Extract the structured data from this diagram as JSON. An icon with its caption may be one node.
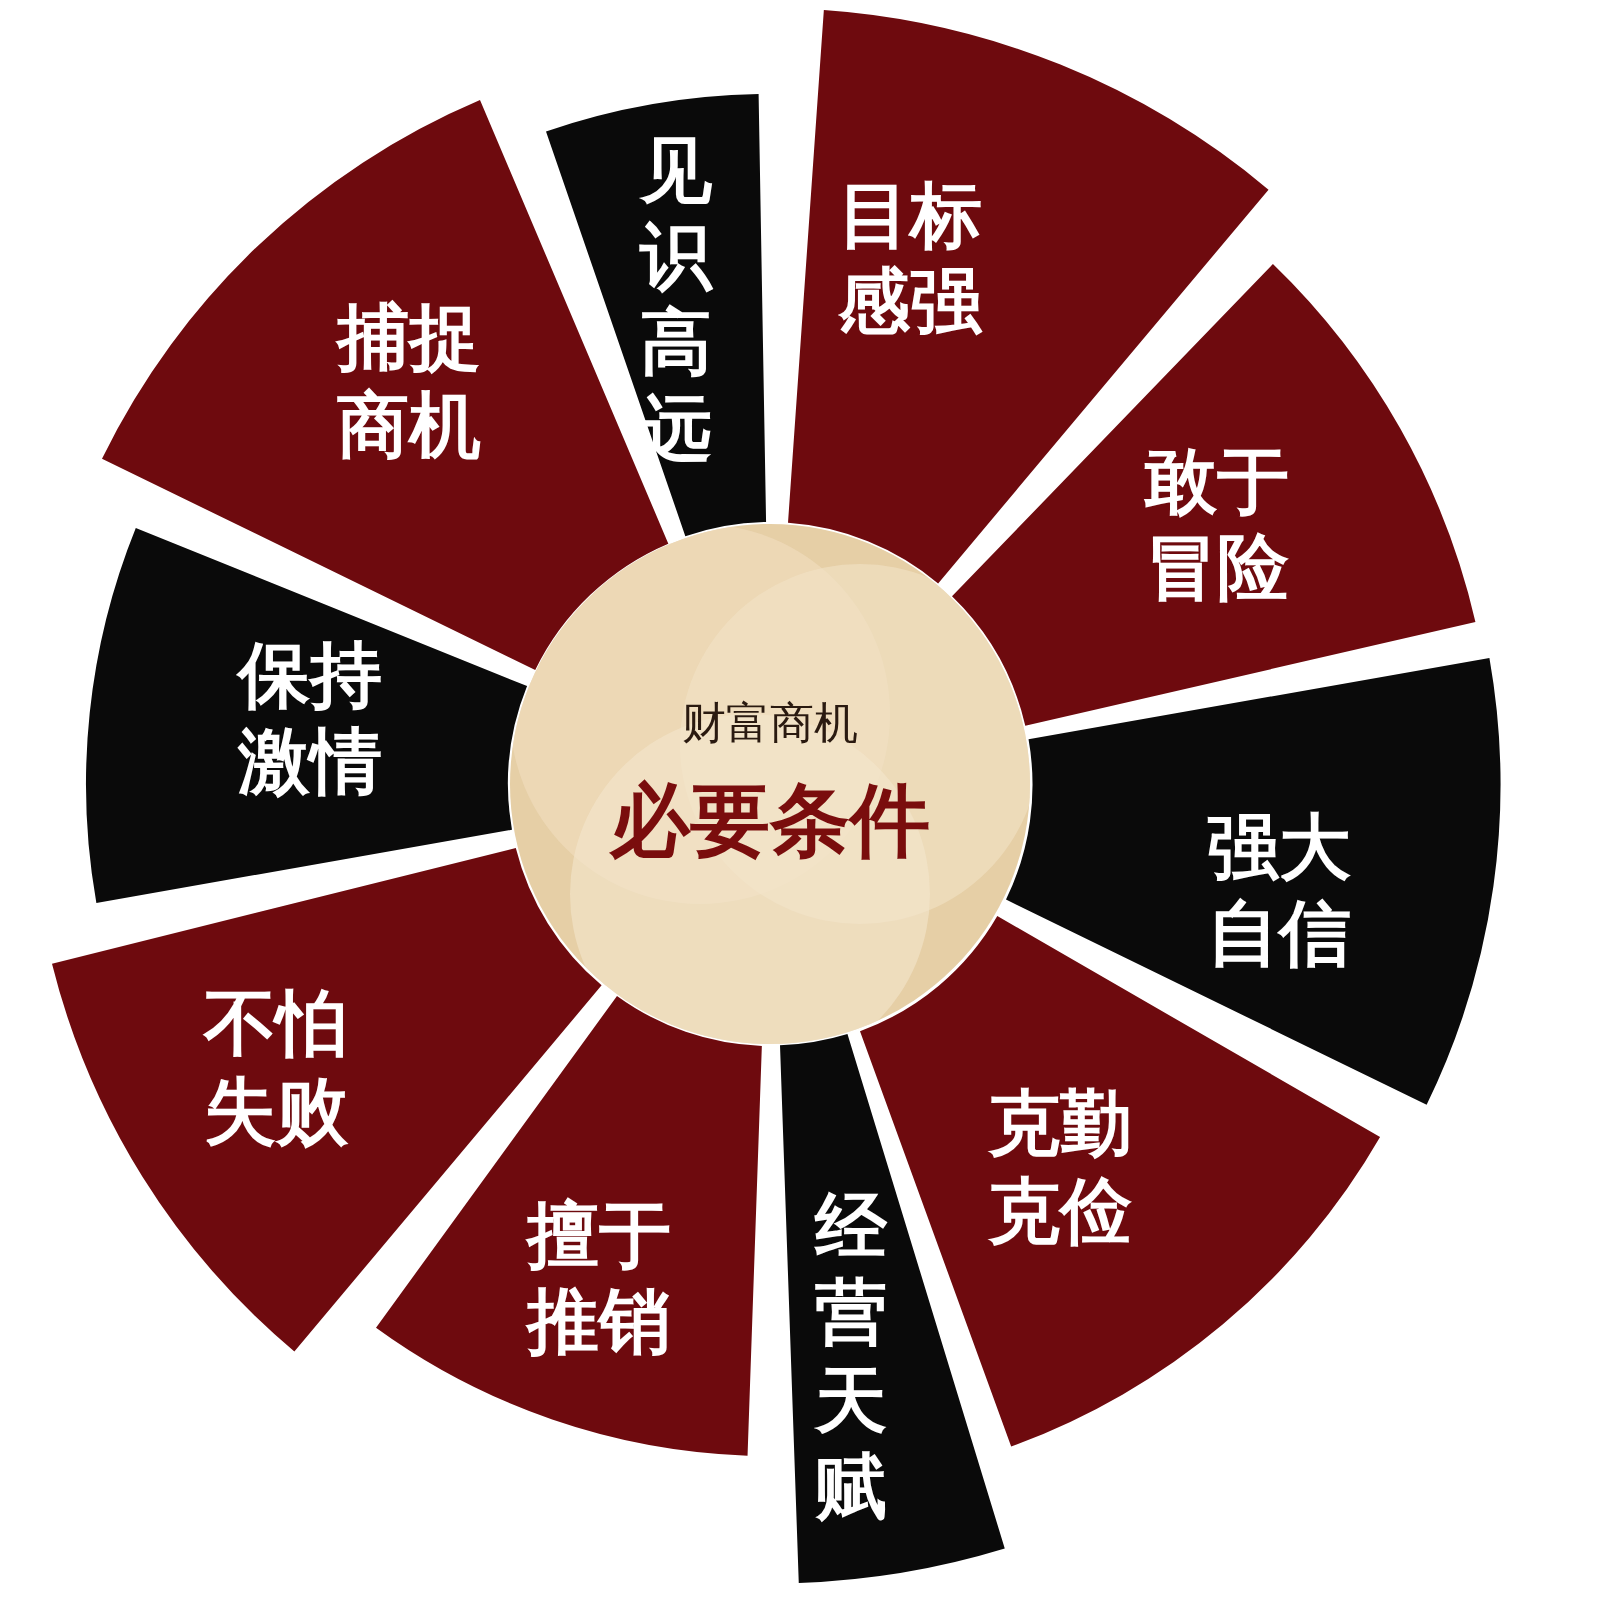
{
  "diagram": {
    "nodes": [
      {
        "text": [
          "财富商机",
          "必要条件"
        ]
      },
      {
        "text": [
          "目标感强"
        ]
      },
      {
        "text": [
          "敢于冒险"
        ]
      },
      {
        "text": [
          "强大自信"
        ]
      },
      {
        "text": [
          "克勤克俭"
        ]
      },
      {
        "text": [
          "经营天赋"
        ]
      },
      {
        "text": [
          "擅于推销"
        ]
      },
      {
        "text": [
          "不怕失败"
        ]
      },
      {
        "text": [
          "保持激情"
        ]
      },
      {
        "text": [
          "捕捉商机"
        ]
      },
      {
        "text": [
          "见识高远"
        ]
      }
    ]
  }
}
